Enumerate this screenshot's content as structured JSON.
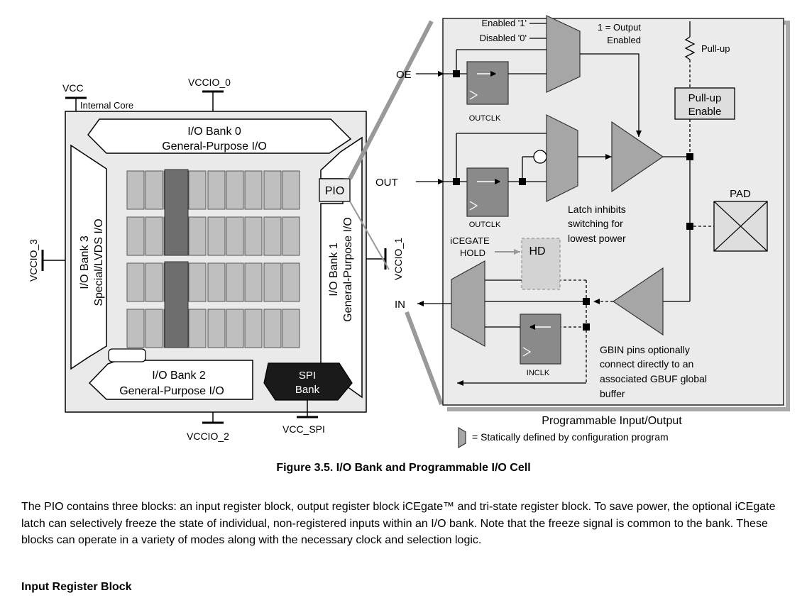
{
  "diagram": {
    "chip": {
      "vcc": "VCC",
      "internal_core": "Internal Core",
      "vccio_0": "VCCIO_0",
      "vccio_1": "VCCIO_1",
      "vccio_2": "VCCIO_2",
      "vccio_3": "VCCIO_3",
      "vcc_spi": "VCC_SPI",
      "bank0": {
        "line1": "I/O Bank 0",
        "line2": "General-Purpose I/O"
      },
      "bank1": {
        "line1": "I/O Bank 1",
        "line2": "General-Purpose I/O"
      },
      "bank2": {
        "line1": "I/O Bank 2",
        "line2": "General-Purpose I/O"
      },
      "bank3": {
        "line1": "I/O Bank 3",
        "line2": "Special/LVDS I/O"
      },
      "spi": {
        "line1": "SPI",
        "line2": "Bank"
      },
      "pio": "PIO"
    },
    "pio_cell": {
      "enabled": "Enabled '1'",
      "disabled": "Disabled '0'",
      "output_enabled_1": "1 = Output",
      "output_enabled_2": "Enabled",
      "pull_up": "Pull-up",
      "pull_up_enable_1": "Pull-up",
      "pull_up_enable_2": "Enable",
      "oe": "OE",
      "out": "OUT",
      "in": "IN",
      "outclk_1": "OUTCLK",
      "outclk_2": "OUTCLK",
      "inclk": "INCLK",
      "latch_1": "Latch inhibits",
      "latch_2": "switching for",
      "latch_3": "lowest power",
      "icegate_1": "iCEGATE",
      "icegate_2": "HOLD",
      "hd": "HD",
      "pad": "PAD",
      "gbin_1": "GBIN pins optionally",
      "gbin_2": "connect directly to an",
      "gbin_3": "associated GBUF global",
      "gbin_4": "buffer",
      "title": "Programmable Input/Output",
      "legend": "= Statically defined by configuration program"
    }
  },
  "caption": "Figure 3.5. I/O Bank and Programmable I/O Cell",
  "paragraph": "The PIO contains three blocks: an input register block, output register block iCEgate™ and tri-state register block. To save power, the optional iCEgate latch can selectively freeze the state of individual, non-registered inputs within an I/O bank. Note that the freeze signal is common to the bank. These blocks can operate in a variety of modes along with the necessary clock and selection logic.",
  "subheading": "Input Register Block"
}
